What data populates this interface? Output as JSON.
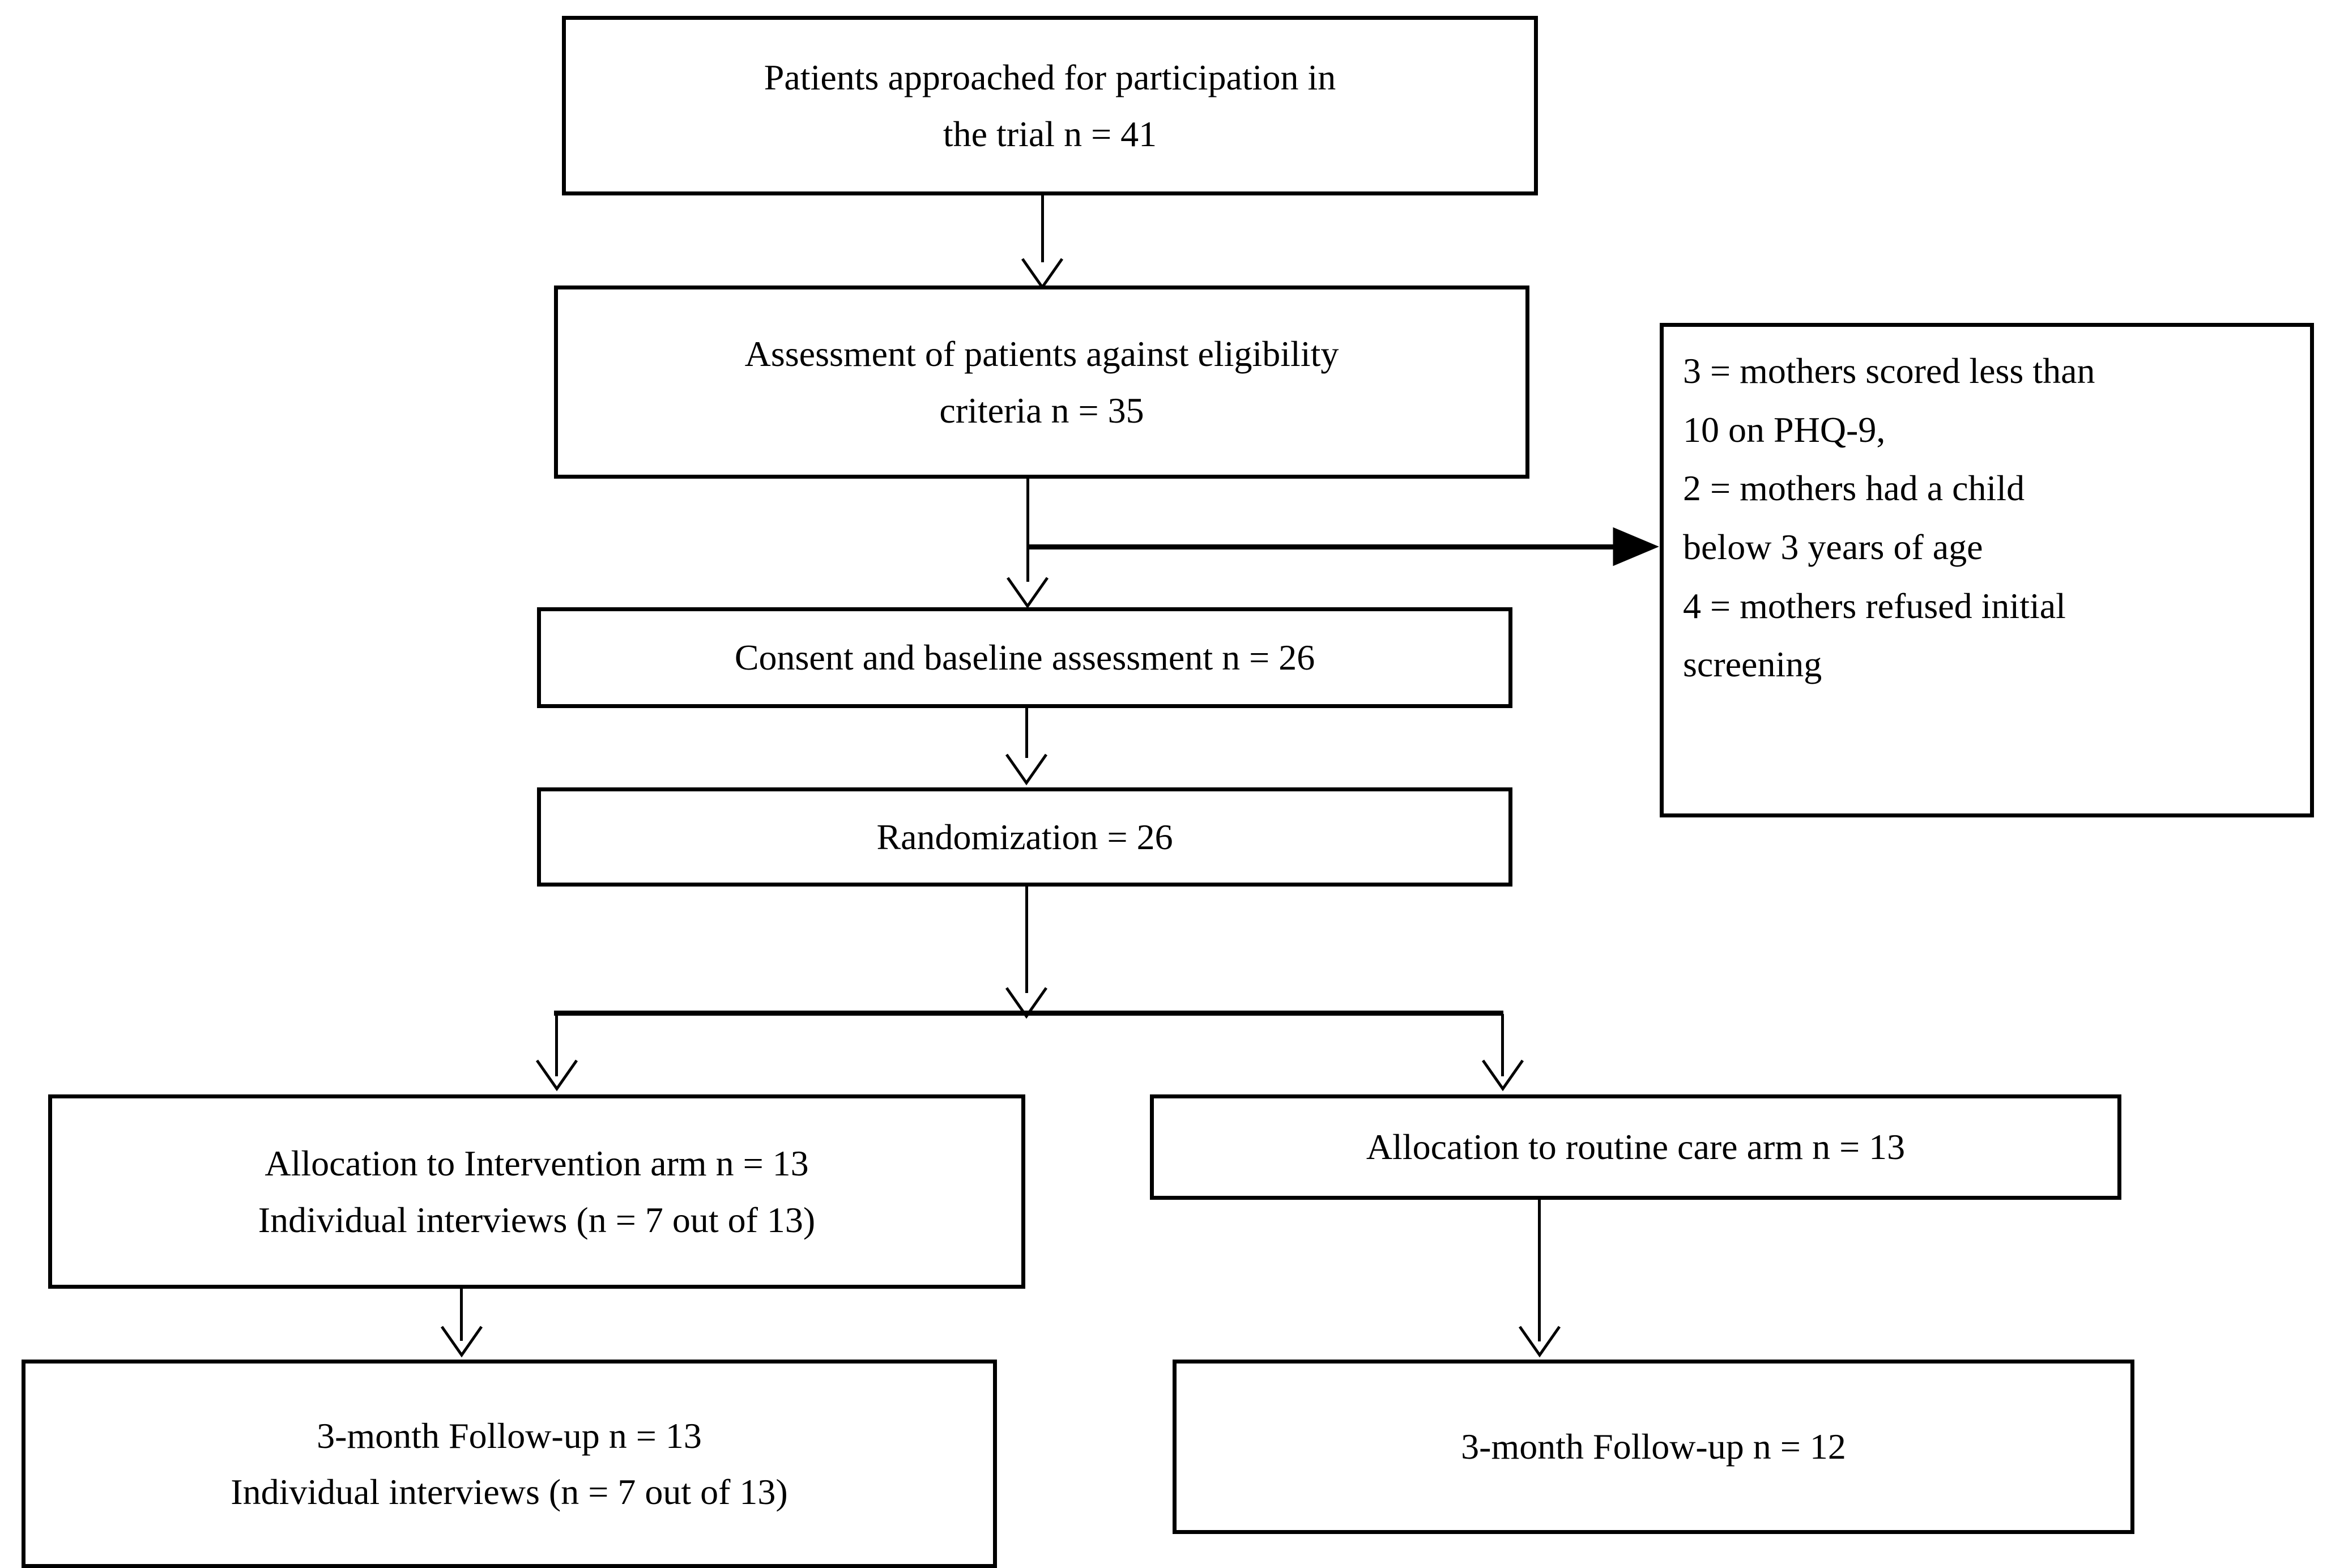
{
  "diagram": {
    "title": "CONSORT participant flow diagram",
    "nodes": {
      "approached": {
        "line1": "Patients approached for participation in",
        "line2": "the trial n = 41"
      },
      "eligibility": {
        "line1": "Assessment of patients against eligibility",
        "line2": "criteria n = 35"
      },
      "exclusions": {
        "line1": "3 = mothers scored less than",
        "line2": "10 on PHQ-9,",
        "line3": "2 = mothers had a child",
        "line4": "below 3 years of age",
        "line5": "4 = mothers refused initial",
        "line6": "screening"
      },
      "consent": {
        "line1": "Consent and baseline assessment n = 26"
      },
      "randomization": {
        "line1": "Randomization = 26"
      },
      "allocation_intervention": {
        "line1": "Allocation to Intervention arm n = 13",
        "line2": "Individual interviews (n = 7 out of 13)"
      },
      "allocation_routine": {
        "line1": "Allocation to routine care arm n = 13"
      },
      "followup_intervention": {
        "line1": "3-month Follow-up n = 13",
        "line2": "Individual interviews (n = 7 out of 13)"
      },
      "followup_routine": {
        "line1": "3-month Follow-up n = 12"
      }
    },
    "colors": {
      "stroke": "#000000",
      "fill": "#ffffff",
      "text": "#000000"
    }
  }
}
